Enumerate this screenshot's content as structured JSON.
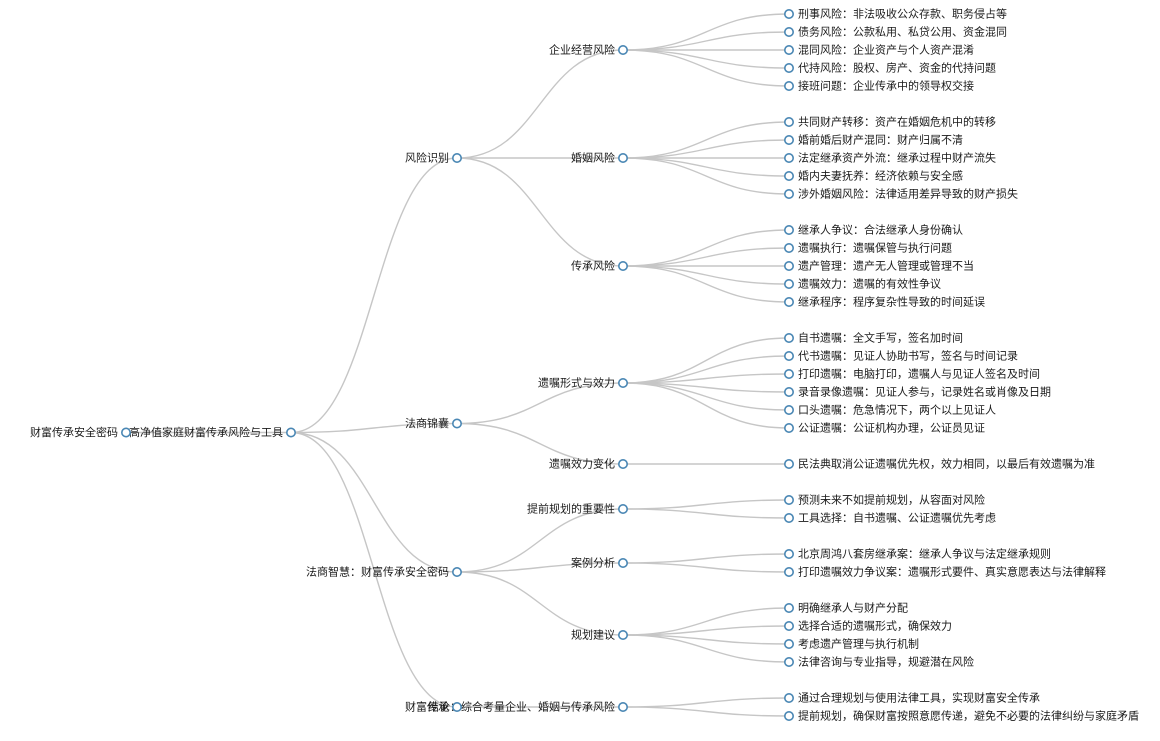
{
  "tree": {
    "label": "财富传承安全密码",
    "children": [
      {
        "label": "高净值家庭财富传承风险与工具",
        "children": [
          {
            "label": "风险识别",
            "children": [
              {
                "label": "企业经营风险",
                "children": [
                  {
                    "label": "刑事风险：非法吸收公众存款、职务侵占等"
                  },
                  {
                    "label": "债务风险：公款私用、私贷公用、资金混同"
                  },
                  {
                    "label": "混同风险：企业资产与个人资产混淆"
                  },
                  {
                    "label": "代持风险：股权、房产、资金的代持问题"
                  },
                  {
                    "label": "接班问题：企业传承中的领导权交接"
                  }
                ]
              },
              {
                "label": "婚姻风险",
                "children": [
                  {
                    "label": "共同财产转移：资产在婚姻危机中的转移"
                  },
                  {
                    "label": "婚前婚后财产混同：财产归属不清"
                  },
                  {
                    "label": "法定继承资产外流：继承过程中财产流失"
                  },
                  {
                    "label": "婚内夫妻抚养：经济依赖与安全感"
                  },
                  {
                    "label": "涉外婚姻风险：法律适用差异导致的财产损失"
                  }
                ]
              },
              {
                "label": "传承风险",
                "children": [
                  {
                    "label": "继承人争议：合法继承人身份确认"
                  },
                  {
                    "label": "遗嘱执行：遗嘱保管与执行问题"
                  },
                  {
                    "label": "遗产管理：遗产无人管理或管理不当"
                  },
                  {
                    "label": "遗嘱效力：遗嘱的有效性争议"
                  },
                  {
                    "label": "继承程序：程序复杂性导致的时间延误"
                  }
                ]
              }
            ]
          },
          {
            "label": "法商锦囊",
            "children": [
              {
                "label": "遗嘱形式与效力",
                "children": [
                  {
                    "label": "自书遗嘱：全文手写，签名加时间"
                  },
                  {
                    "label": "代书遗嘱：见证人协助书写，签名与时间记录"
                  },
                  {
                    "label": "打印遗嘱：电脑打印，遗嘱人与见证人签名及时间"
                  },
                  {
                    "label": "录音录像遗嘱：见证人参与，记录姓名或肖像及日期"
                  },
                  {
                    "label": "口头遗嘱：危急情况下，两个以上见证人"
                  },
                  {
                    "label": "公证遗嘱：公证机构办理，公证员见证"
                  }
                ]
              },
              {
                "label": "遗嘱效力变化",
                "children": [
                  {
                    "label": "民法典取消公证遗嘱优先权，效力相同，以最后有效遗嘱为准"
                  }
                ]
              }
            ]
          },
          {
            "label": "法商智慧：财富传承安全密码",
            "children": [
              {
                "label": "提前规划的重要性",
                "children": [
                  {
                    "label": "预测未来不如提前规划，从容面对风险"
                  },
                  {
                    "label": "工具选择：自书遗嘱、公证遗嘱优先考虑"
                  }
                ]
              },
              {
                "label": "案例分析",
                "children": [
                  {
                    "label": "北京周鸿八套房继承案：继承人争议与法定继承规则"
                  },
                  {
                    "label": "打印遗嘱效力争议案：遗嘱形式要件、真实意愿表达与法律解释"
                  }
                ]
              },
              {
                "label": "规划建议",
                "children": [
                  {
                    "label": "明确继承人与财产分配"
                  },
                  {
                    "label": "选择合适的遗嘱形式，确保效力"
                  },
                  {
                    "label": "考虑遗产管理与执行机制"
                  },
                  {
                    "label": "法律咨询与专业指导，规避潜在风险"
                  }
                ]
              }
            ]
          },
          {
            "label": "财富传承",
            "children": [
              {
                "label": "结论：综合考量企业、婚姻与传承风险",
                "children": [
                  {
                    "label": "通过合理规划与使用法律工具，实现财富安全传承"
                  },
                  {
                    "label": "提前规划，确保财富按照意愿传递，避免不必要的法律纠纷与家庭矛盾"
                  }
                ]
              }
            ]
          }
        ]
      }
    ]
  }
}
